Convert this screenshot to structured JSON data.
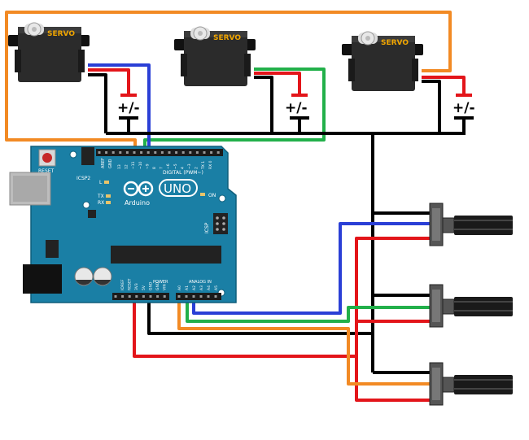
{
  "servos": [
    {
      "label": "SERVO",
      "supply_label": "+/-"
    },
    {
      "label": "SERVO",
      "supply_label": "+/-"
    },
    {
      "label": "SERVO",
      "supply_label": "+/-"
    }
  ],
  "board": {
    "reset_label": "RESET",
    "icsp2_label": "ICSP2",
    "aref_label": "AREF",
    "gnd_label": "GND",
    "digital_label": "DIGITAL (PWM~)",
    "tx_label": "TX",
    "rx_label": "RX",
    "l_label": "L",
    "on_label": "ON",
    "icsp_label": "ICSP",
    "logo_text": "UNO",
    "brand_text": "Arduino",
    "power_label": "POWER",
    "analog_label": "ANALOG IN",
    "power_pins": [
      "IOREF",
      "RESET",
      "3V3",
      "5V",
      "GND",
      "GND",
      "VIN"
    ],
    "analog_pins": [
      "A0",
      "A1",
      "A2",
      "A3",
      "A4",
      "A5"
    ],
    "digital_pins": [
      "13",
      "12",
      "~11",
      "~10",
      "~9",
      "8",
      "7",
      "~6",
      "~5",
      "4",
      "~3",
      "2",
      "TX 1",
      "RX 0"
    ]
  },
  "potentiometers": [
    {
      "id": "pot-1"
    },
    {
      "id": "pot-2"
    },
    {
      "id": "pot-3"
    }
  ],
  "colors": {
    "wire_orange": "#f28a24",
    "wire_green": "#22b04a",
    "wire_blue": "#2a3fd6",
    "wire_red": "#e3151a",
    "wire_black": "#000000",
    "board": "#1a7fa5",
    "servo_body": "#2b2b2b"
  }
}
